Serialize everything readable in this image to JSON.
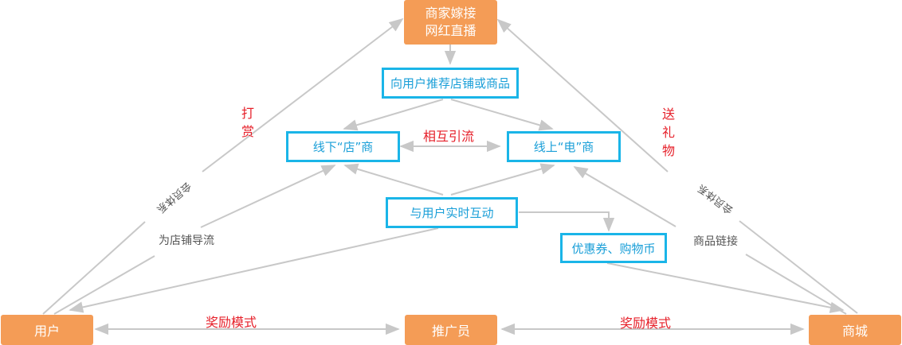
{
  "colors": {
    "orange_node": "#f49c56",
    "blue_border": "#1ab5e8",
    "blue_text": "#1a9fd8",
    "red_label": "#e6202a",
    "connector": "#c8c8c8",
    "gray_label": "#555555"
  },
  "nodes": {
    "merchant_live": {
      "line1": "商家嫁接",
      "line2": "网红直播"
    },
    "recommend": "向用户推荐店铺或商品",
    "offline_store": "线下“店”商",
    "online_ecom": "线上“电”商",
    "interact": "与用户实时互动",
    "coupons": "优惠券、购物币",
    "user": "用户",
    "promoter": "推广员",
    "mall": "商城"
  },
  "labels": {
    "tip": "打赏",
    "gift": "送礼物",
    "mutual_traffic": "相互引流",
    "membership_left": "会员体系",
    "membership_right": "会员体系",
    "store_traffic": "为店铺导流",
    "product_link": "商品链接",
    "reward_left": "奖励模式",
    "reward_right": "奖励模式"
  }
}
